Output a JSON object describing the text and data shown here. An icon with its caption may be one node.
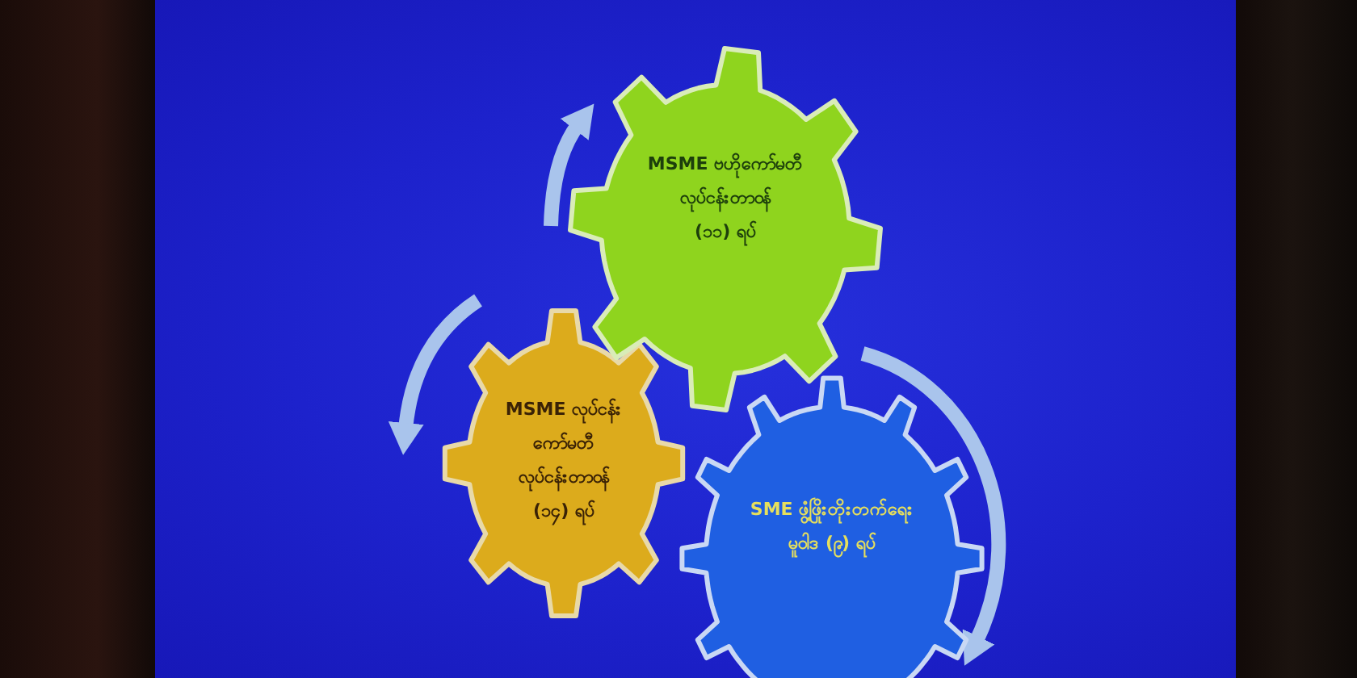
{
  "diagram": {
    "nodes": [
      {
        "text": [
          "MSME ဗဟိုကော်မတီ လုပ်ငန်းတာဝန် (၁၁) ရပ်"
        ]
      },
      {
        "text": [
          "MSME လုပ်ငန်း ကော်မတီ လုပ်ငန်းတာဝန် (၁၄) ရပ်"
        ]
      },
      {
        "text": [
          "SME ဖွံ့ဖြိုးတိုးတက်ရေး မူဝါဒ (၉) ရပ်"
        ]
      }
    ]
  }
}
